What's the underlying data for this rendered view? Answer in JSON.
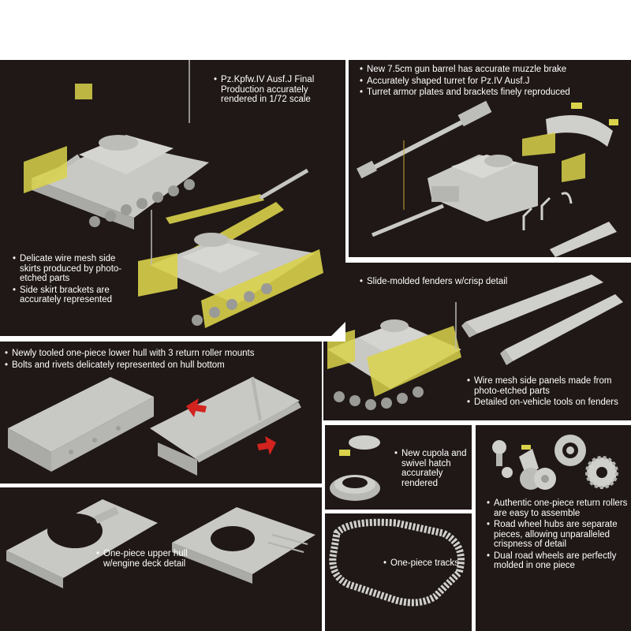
{
  "colors": {
    "panel_bg": "#1f1816",
    "page_bg": "#ffffff",
    "plastic_grey": "#cfcfcc",
    "photo_etch_yellow": "#d9d24a",
    "arrow_red": "#d2231e",
    "text": "#ffffff"
  },
  "panel1": {
    "title_bullet": "Pz.Kpfw.IV Ausf.J Final Production accurately rendered in 1/72 scale",
    "bullets": [
      "Delicate wire mesh side skirts produced by photo-etched parts",
      "Side skirt brackets are accurately represented"
    ]
  },
  "panel2": {
    "bullets": [
      "New 7.5cm gun barrel has accurate muzzle brake",
      "Accurately shaped turret for Pz.IV Ausf.J",
      "Turret armor plates and brackets finely reproduced"
    ]
  },
  "panel3": {
    "bullets": [
      "Newly tooled one-piece lower hull with 3 return roller mounts",
      "Bolts and rivets delicately represented on hull bottom"
    ]
  },
  "panel4": {
    "top_bullets": [
      "Slide-molded fenders w/crisp detail"
    ],
    "bottom_bullets": [
      "Wire mesh side panels made from photo-etched parts",
      "Detailed on-vehicle tools on fenders"
    ]
  },
  "panel5": {
    "bullets": [
      "One-piece upper hull w/engine deck detail"
    ]
  },
  "panel6": {
    "bullets": [
      "New cupola and swivel hatch accurately rendered"
    ]
  },
  "panel7": {
    "bullets": [
      "One-piece tracks"
    ]
  },
  "panel8": {
    "bullets": [
      "Authentic one-piece return rollers are easy to assemble",
      "Road wheel hubs are separate pieces, allowing unparalleled crispness of detail",
      "Dual road wheels are perfectly molded in one piece"
    ]
  }
}
